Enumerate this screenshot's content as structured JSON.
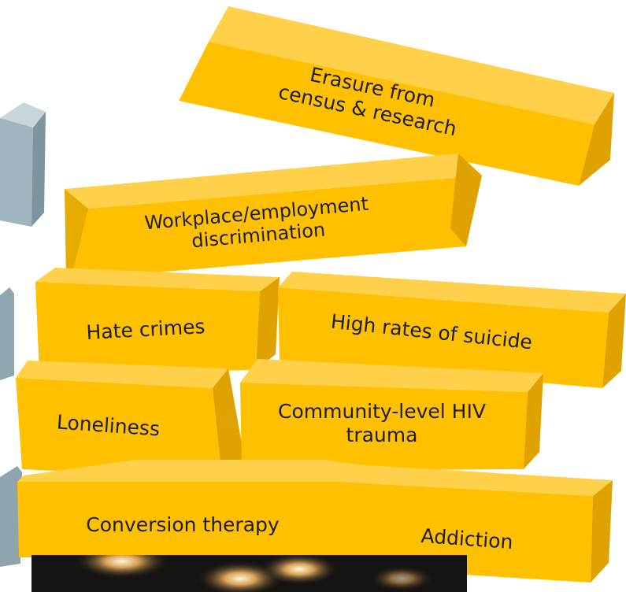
{
  "blocks": [
    {
      "key": "erasure",
      "lines": [
        "Erasure from",
        "census & research"
      ]
    },
    {
      "key": "workplace",
      "lines": [
        "Workplace/employment",
        "discrimination"
      ]
    },
    {
      "key": "hate",
      "lines": [
        "Hate crimes"
      ]
    },
    {
      "key": "suicide",
      "lines": [
        "High rates of suicide"
      ]
    },
    {
      "key": "loneliness",
      "lines": [
        "Loneliness"
      ]
    },
    {
      "key": "hiv",
      "lines": [
        "Community-level HIV",
        "trauma"
      ]
    },
    {
      "key": "conversion",
      "lines": [
        "Conversion therapy"
      ]
    },
    {
      "key": "addiction",
      "lines": [
        "Addiction"
      ]
    }
  ],
  "colors": {
    "block_front": "#FFC000",
    "block_side": "#E0A400",
    "block_top": "#FFD04A",
    "grey_block": "#9FB4BE",
    "text": "#1e1e1e"
  }
}
